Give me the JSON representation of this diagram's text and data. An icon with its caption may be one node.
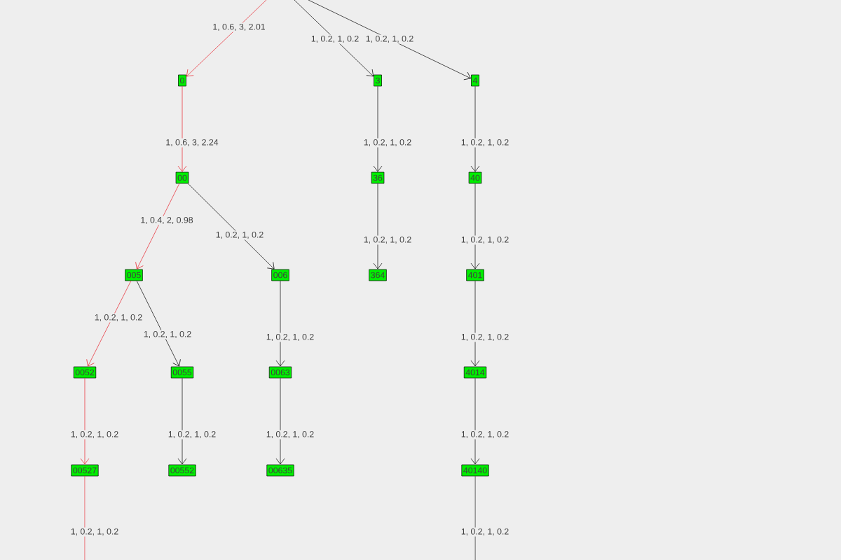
{
  "diagram": {
    "nodes": [
      {
        "text": [
          "0"
        ]
      },
      {
        "text": [
          "3"
        ]
      },
      {
        "text": [
          "4"
        ]
      },
      {
        "text": [
          "00"
        ]
      },
      {
        "text": [
          "36"
        ]
      },
      {
        "text": [
          "40"
        ]
      },
      {
        "text": [
          "005"
        ]
      },
      {
        "text": [
          "006"
        ]
      },
      {
        "text": [
          "364"
        ]
      },
      {
        "text": [
          "401"
        ]
      },
      {
        "text": [
          "0052"
        ]
      },
      {
        "text": [
          "0055"
        ]
      },
      {
        "text": [
          "0063"
        ]
      },
      {
        "text": [
          "4014"
        ]
      },
      {
        "text": [
          "00527"
        ]
      },
      {
        "text": [
          "00552"
        ]
      },
      {
        "text": [
          "00635"
        ]
      },
      {
        "text": [
          "40140"
        ]
      }
    ],
    "edges": [
      {
        "from": null,
        "to": 0,
        "arrow": "to",
        "label": "1, 0.6, 3, 2.01",
        "color": "#e8202a"
      },
      {
        "from": null,
        "to": 1,
        "arrow": "to",
        "label": "1, 0.2, 1, 0.2"
      },
      {
        "from": null,
        "to": 2,
        "arrow": "to",
        "label": "1, 0.2, 1, 0.2"
      },
      {
        "from": 0,
        "to": 3,
        "arrow": "to",
        "label": "1, 0.6, 3, 2.24",
        "color": "#e8202a"
      },
      {
        "from": 3,
        "to": 6,
        "arrow": "to",
        "label": "1, 0.4, 2, 0.98",
        "color": "#e8202a"
      },
      {
        "from": 3,
        "to": 7,
        "arrow": "to",
        "label": "1, 0.2, 1, 0.2"
      },
      {
        "from": 1,
        "to": 4,
        "arrow": "to",
        "label": "1, 0.2, 1, 0.2"
      },
      {
        "from": 4,
        "to": 8,
        "arrow": "to",
        "label": "1, 0.2, 1, 0.2"
      },
      {
        "from": 2,
        "to": 5,
        "arrow": "to",
        "label": "1, 0.2, 1, 0.2"
      },
      {
        "from": 5,
        "to": 9,
        "arrow": "to",
        "label": "1, 0.2, 1, 0.2"
      },
      {
        "from": 6,
        "to": 10,
        "arrow": "to",
        "label": "1, 0.2, 1, 0.2",
        "color": "#e8202a"
      },
      {
        "from": 6,
        "to": 11,
        "arrow": "to",
        "label": "1, 0.2, 1, 0.2"
      },
      {
        "from": 7,
        "to": 12,
        "arrow": "to",
        "label": "1, 0.2, 1, 0.2"
      },
      {
        "from": 9,
        "to": 13,
        "arrow": "to",
        "label": "1, 0.2, 1, 0.2"
      },
      {
        "from": 10,
        "to": 14,
        "arrow": "to",
        "label": "1, 0.2, 1, 0.2",
        "color": "#e8202a"
      },
      {
        "from": 11,
        "to": 15,
        "arrow": "to",
        "label": "1, 0.2, 1, 0.2"
      },
      {
        "from": 12,
        "to": 16,
        "arrow": "to",
        "label": "1, 0.2, 1, 0.2"
      },
      {
        "from": 13,
        "to": 17,
        "arrow": "to",
        "label": "1, 0.2, 1, 0.2"
      },
      {
        "from": 14,
        "to": null,
        "arrow": "none",
        "label": "1, 0.2, 1, 0.2",
        "color": "#e8202a"
      },
      {
        "from": 17,
        "to": null,
        "arrow": "none",
        "label": "1, 0.2, 1, 0.2"
      }
    ]
  }
}
